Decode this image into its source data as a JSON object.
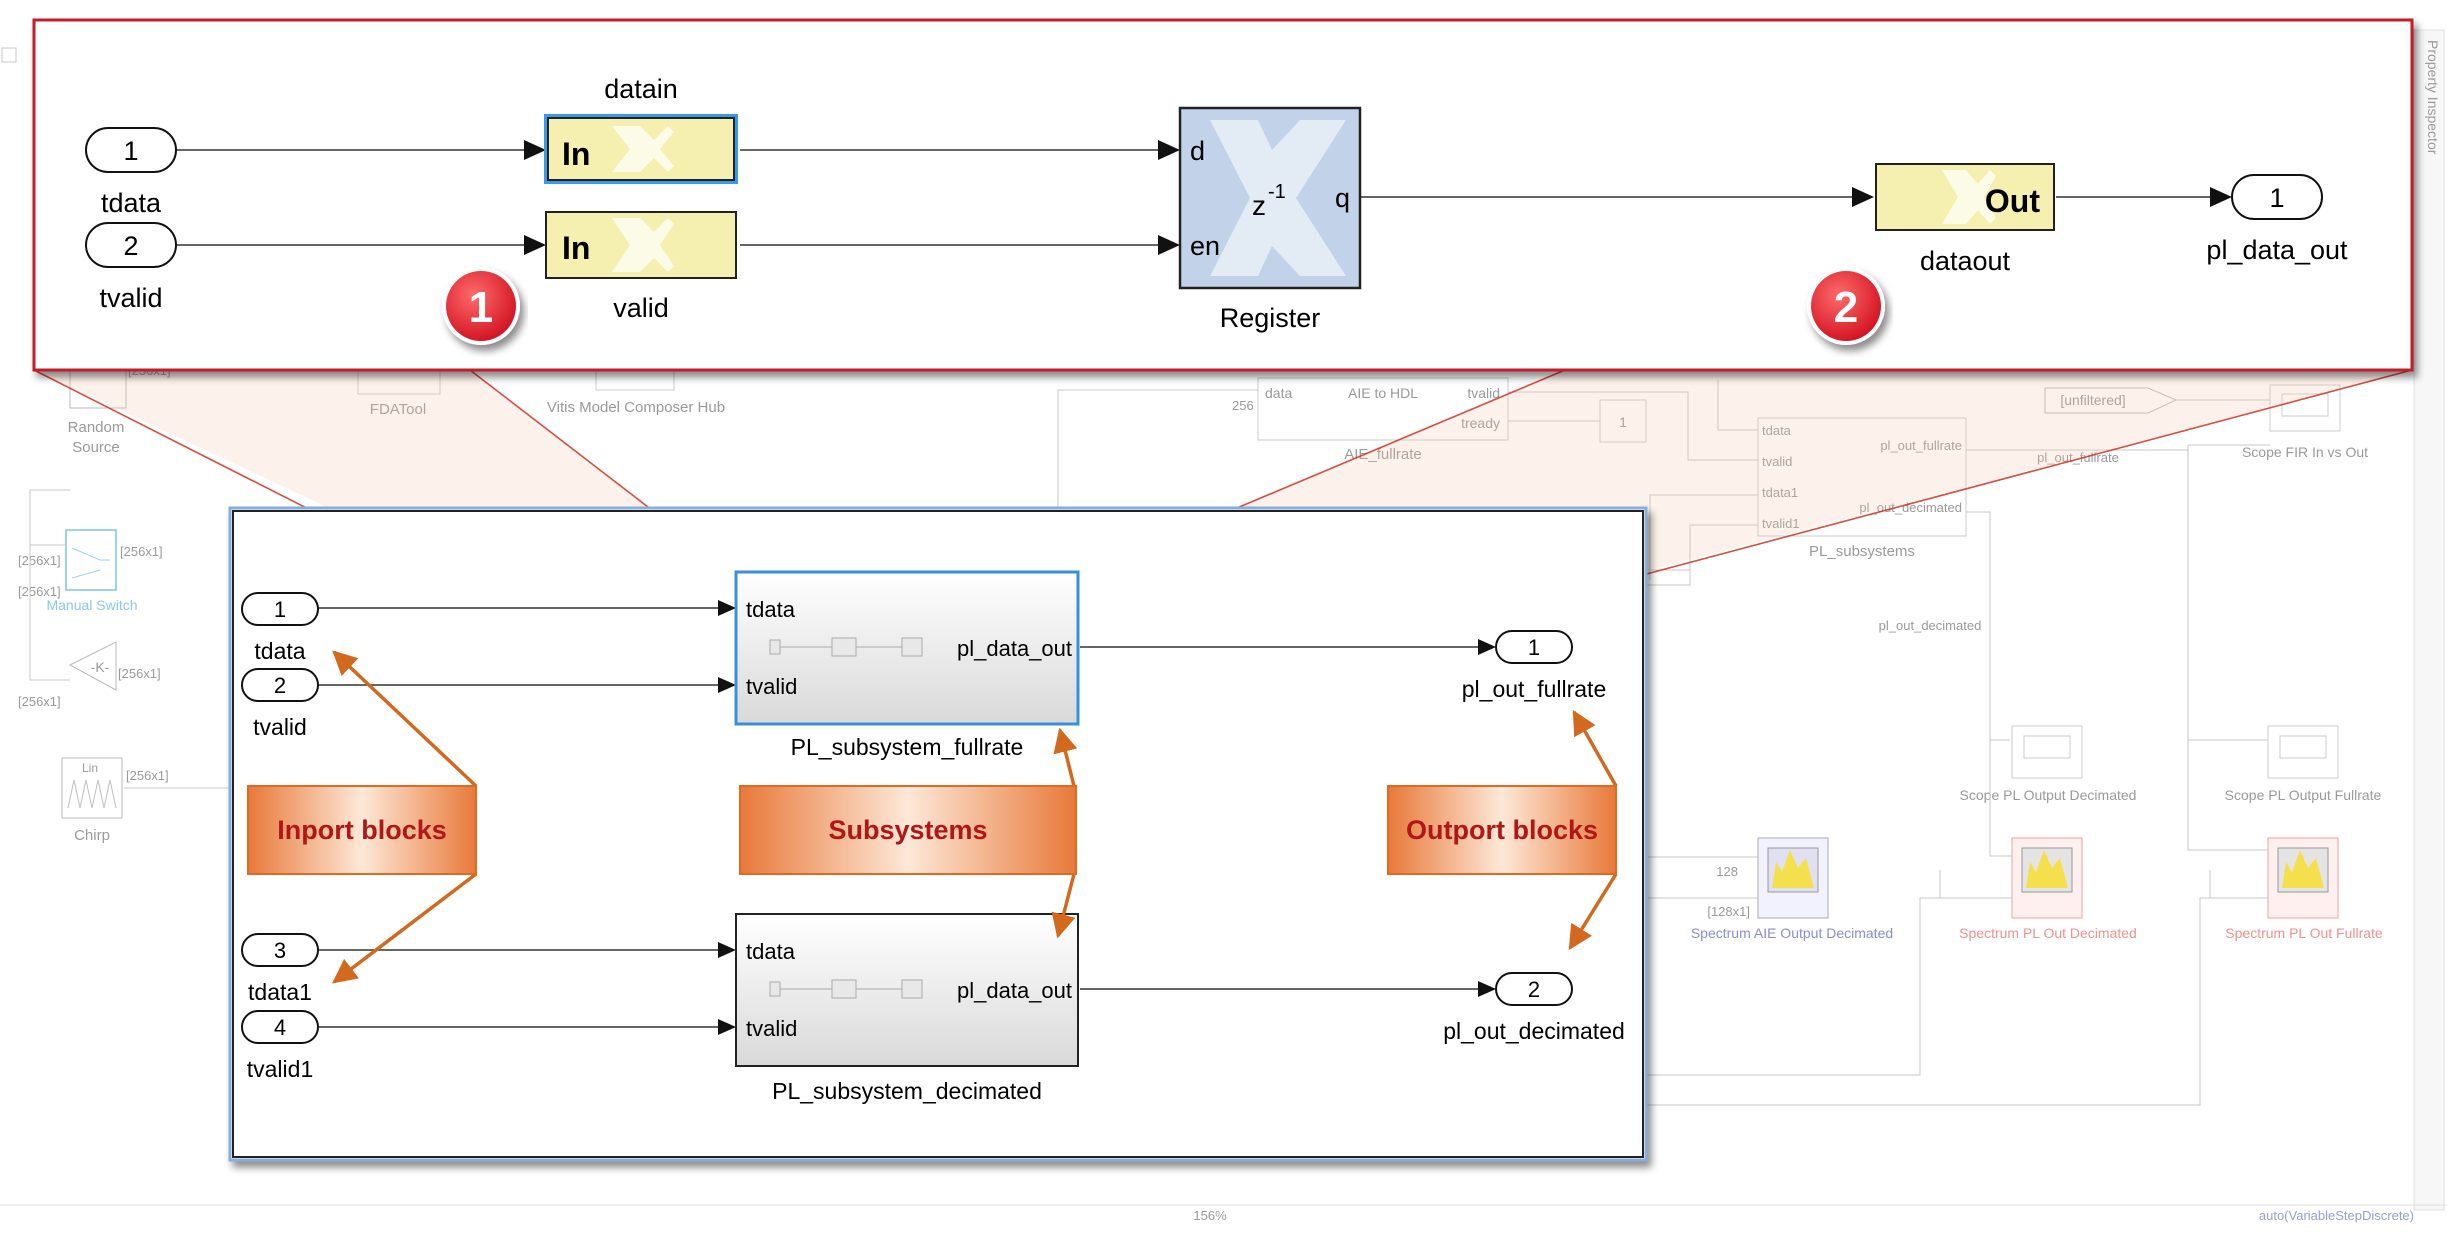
{
  "status_bar": {
    "zoom": "156%",
    "solver": "auto(VariableStepDiscrete)"
  },
  "right_panel_label": "Property Inspector",
  "background_model": {
    "random_source": [
      "Random",
      "Source"
    ],
    "fdatool": "FDATool",
    "vitis_hub": "Vitis Model Composer Hub",
    "manual_switch": "Manual Switch",
    "gain": "-K-",
    "chirp": "Chirp",
    "chirp_icon": "Lin",
    "dim_256x1": "[256x1]",
    "dim_128x1": "[128x1]",
    "w256": "256",
    "w128": "128",
    "aie_to_hdl": "AIE to HDL",
    "aie_fullrate": "AIE_fullrate",
    "aie_ports": {
      "data": "data",
      "tvalid": "tvalid",
      "tready": "tready"
    },
    "const_one": "1",
    "unfiltered": "[unfiltered]",
    "pl_subsystems": "PL_subsystems",
    "pl_subsystems_in": [
      "tdata",
      "tvalid",
      "tdata1",
      "tvalid1"
    ],
    "pl_subsystems_out": [
      "pl_out_fullrate",
      "pl_out_decimated"
    ],
    "signal_pl_out_fullrate": "pl_out_fullrate",
    "signal_pl_out_decimated": "pl_out_decimated",
    "scope_fir": "Scope FIR In vs Out",
    "scope_pl_dec": "Scope PL Output Decimated",
    "scope_pl_full": "Scope PL Output Fullrate",
    "spectrum_aie_dec": "Spectrum AIE Output Decimated",
    "spectrum_pl_dec": "Spectrum PL Out Decimated",
    "spectrum_pl_full": "Spectrum PL Out Fullrate"
  },
  "zoom_top": {
    "inports": [
      {
        "num": "1",
        "name": "tdata"
      },
      {
        "num": "2",
        "name": "tvalid"
      }
    ],
    "gateway_in": [
      {
        "text": "In",
        "name": "datain"
      },
      {
        "text": "In",
        "name": "valid"
      }
    ],
    "register": {
      "name": "Register",
      "port_d": "d",
      "port_en": "en",
      "port_q": "q",
      "z": "z",
      "exp": "-1"
    },
    "gateway_out": {
      "text": "Out",
      "name": "dataout"
    },
    "outport": {
      "num": "1",
      "name": "pl_data_out"
    },
    "badge1": "1",
    "badge2": "2"
  },
  "zoom_mid": {
    "inports": [
      {
        "num": "1",
        "name": "tdata"
      },
      {
        "num": "2",
        "name": "tvalid"
      },
      {
        "num": "3",
        "name": "tdata1"
      },
      {
        "num": "4",
        "name": "tvalid1"
      }
    ],
    "subsystems": [
      {
        "name": "PL_subsystem_fullrate",
        "in1": "tdata",
        "in2": "tvalid",
        "out": "pl_data_out"
      },
      {
        "name": "PL_subsystem_decimated",
        "in1": "tdata",
        "in2": "tvalid",
        "out": "pl_data_out"
      }
    ],
    "outports": [
      {
        "num": "1",
        "name": "pl_out_fullrate"
      },
      {
        "num": "2",
        "name": "pl_out_decimated"
      }
    ],
    "callouts": {
      "inport": "Inport blocks",
      "subsystems": "Subsystems",
      "outport": "Outport blocks"
    }
  }
}
